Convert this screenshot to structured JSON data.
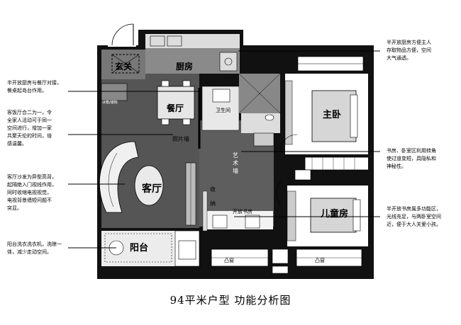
{
  "rooms": {
    "entrance": "玄关",
    "kitchen": "厨房",
    "dining": "餐厅",
    "bathroom": "卫生间",
    "master_bedroom": "主卧",
    "living_room": "客厅",
    "kids_room": "儿童房",
    "balcony": "阳台",
    "open_study": "开放书房",
    "photo_wall": "照片墙",
    "art_wall": "艺术墙",
    "storage": "收纳",
    "bay_window_left": "凸窗",
    "bay_window_right": "凸窗",
    "appliance_label": "冰箱/储物"
  },
  "annotations": {
    "top_right": [
      "半开放厨房方便主人",
      "存取物品方便，空间",
      "大气通透。"
    ],
    "left_1": [
      "半开放厨房与餐厅对接，",
      "餐桌起岛台作用。"
    ],
    "left_2": [
      "客饭厅合二为一，令",
      "全家人活动可于同一",
      "空间进行，增加一家",
      "共聚天伦的时间，倍",
      "感温馨。"
    ],
    "left_3": [
      "客厅沙发为异型高背，",
      "起隔绝入门视线作用，",
      "同时收缩电视视觉，",
      "电视背景墙短问题不",
      "突显。"
    ],
    "left_4": [
      "阳台洗衣洗衣机，洗晾一",
      "体，减少走动空间。"
    ],
    "right_mid": [
      "书房、卧室区利用转角",
      "使过道变短，具隐私和",
      "神秘性。"
    ],
    "right_low": [
      "半开放书房属多功能区，",
      "光线充足，与两卧室空间",
      "近，便于大人关爱小孩。"
    ]
  },
  "caption": "94平米户型  功能分析图",
  "colors": {
    "wall": "#111111",
    "living_floor": "#555555",
    "kitchen_floor": "#8a8a8a",
    "tile_floor": "#d9d9d9",
    "room_floor": "#ffffff",
    "line": "#000000"
  }
}
